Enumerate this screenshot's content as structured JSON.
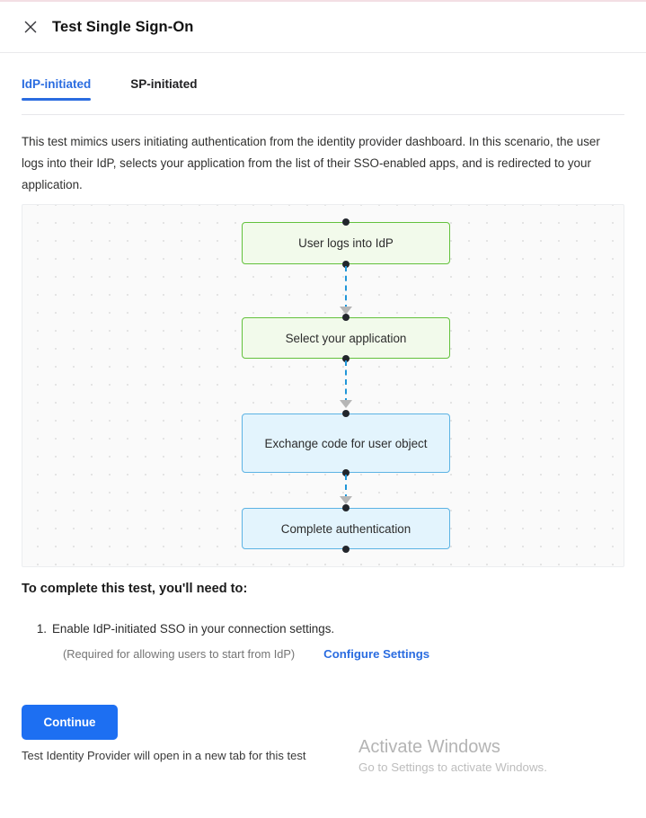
{
  "window": {
    "title": "Test Single Sign-On",
    "close_icon": "close-icon"
  },
  "tabs": [
    {
      "label": "IdP-initiated",
      "active": true
    },
    {
      "label": "SP-initiated",
      "active": false
    }
  ],
  "description": "This test mimics users initiating authentication from the identity provider dashboard. In this scenario, the user logs into their IdP, selects your application from the list of their SSO-enabled apps, and is redirected to your application.",
  "flow": {
    "nodes": [
      {
        "label": "User logs into IdP",
        "color": "green"
      },
      {
        "label": "Select your application",
        "color": "green"
      },
      {
        "label": "Exchange code for user object",
        "color": "blue"
      },
      {
        "label": "Complete authentication",
        "color": "blue"
      }
    ],
    "node_colors": {
      "green_fill": "#f2faeb",
      "green_border": "#63c13c",
      "blue_fill": "#e3f4fd",
      "blue_border": "#5cb3e4",
      "connector": "#2196d8",
      "arrow": "#b6b6b6",
      "port": "#22262c"
    }
  },
  "requirements": {
    "title": "To complete this test, you'll need to:",
    "items": [
      {
        "number": "1.",
        "text": "Enable IdP-initiated SSO in your connection settings.",
        "note": "(Required for allowing users to start from IdP)",
        "link": "Configure Settings"
      }
    ]
  },
  "actions": {
    "continue_label": "Continue",
    "footer_note": "Test Identity Provider will open in a new tab for this test",
    "accent": "#1d6ff2"
  },
  "watermark": {
    "title": "Activate Windows",
    "subtitle": "Go to Settings to activate Windows."
  }
}
